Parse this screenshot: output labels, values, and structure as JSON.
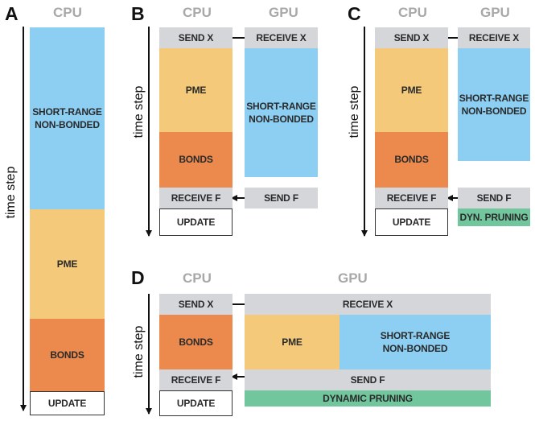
{
  "panels": {
    "a": {
      "letter": "A",
      "cpu": "CPU",
      "axis": "time step",
      "short_range": "SHORT-RANGE\nNON-BONDED",
      "pme": "PME",
      "bonds": "BONDS",
      "update": "UPDATE"
    },
    "b": {
      "letter": "B",
      "cpu": "CPU",
      "gpu": "GPU",
      "axis": "time step",
      "send_x": "SEND X",
      "receive_x": "RECEIVE X",
      "pme": "PME",
      "short_range": "SHORT-RANGE\nNON-BONDED",
      "bonds": "BONDS",
      "receive_f": "RECEIVE F",
      "send_f": "SEND F",
      "update": "UPDATE"
    },
    "c": {
      "letter": "C",
      "cpu": "CPU",
      "gpu": "GPU",
      "axis": "time step",
      "send_x": "SEND X",
      "receive_x": "RECEIVE X",
      "pme": "PME",
      "short_range": "SHORT-RANGE\nNON-BONDED",
      "bonds": "BONDS",
      "receive_f": "RECEIVE F",
      "send_f": "SEND F",
      "update": "UPDATE",
      "pruning": "DYN. PRUNING"
    },
    "d": {
      "letter": "D",
      "cpu": "CPU",
      "gpu": "GPU",
      "axis": "time step",
      "send_x": "SEND X",
      "receive_x": "RECEIVE X",
      "bonds": "BONDS",
      "pme": "PME",
      "short_range": "SHORT-RANGE\nNON-BONDED",
      "receive_f": "RECEIVE F",
      "send_f": "SEND F",
      "update": "UPDATE",
      "pruning": "DYNAMIC PRUNING"
    }
  },
  "colors": {
    "transfer": "#d4d6da",
    "short_range": "#8ccff3",
    "pme": "#f5c97a",
    "bonds": "#ec8a4e",
    "pruning": "#72c69d",
    "header": "#a8a8a8"
  }
}
